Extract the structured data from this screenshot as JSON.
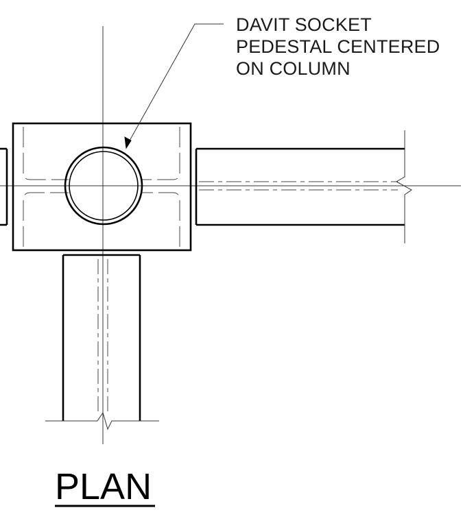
{
  "note": {
    "lines": [
      "DAVIT SOCKET",
      "PEDESTAL CENTERED",
      "ON COLUMN"
    ]
  },
  "title": "PLAN"
}
